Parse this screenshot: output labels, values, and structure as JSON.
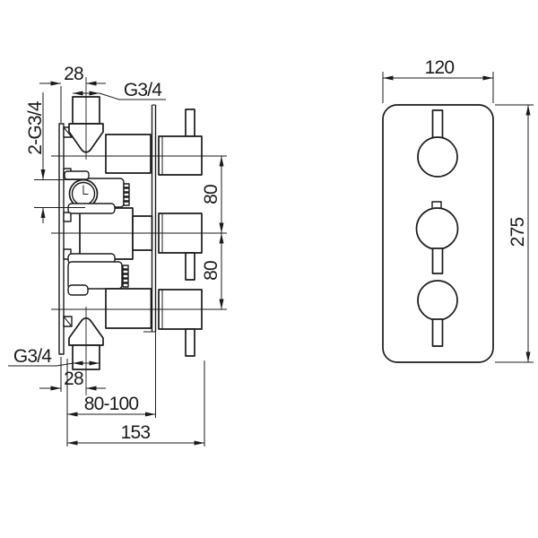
{
  "drawing": {
    "background": "#ffffff",
    "line_color": "#1b1b1b",
    "side_view": {
      "dims": {
        "top_offset": "28",
        "top_port_thread": "G3/4",
        "side_port_thread": "2-G3/4",
        "upper_port_spacing": "80",
        "lower_port_spacing": "80",
        "bottom_port_thread": "G3/4",
        "bottom_offset": "28",
        "installation_depth": "80-100",
        "overall_depth": "153"
      }
    },
    "front_view": {
      "dims": {
        "plate_width": "120",
        "plate_height": "275"
      }
    }
  }
}
